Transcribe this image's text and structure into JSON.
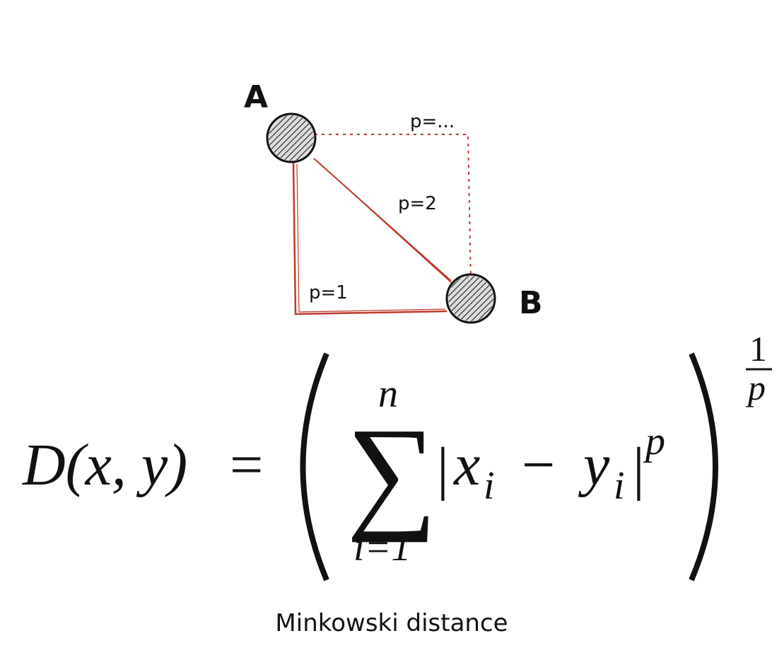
{
  "diagram": {
    "points": [
      {
        "label": "A"
      },
      {
        "label": "B"
      }
    ],
    "paths": [
      {
        "label": "p=1",
        "style": "solid"
      },
      {
        "label": "p=2",
        "style": "solid"
      },
      {
        "label": "p=...",
        "style": "dotted"
      }
    ],
    "colors": {
      "path": "#c0392b",
      "ink": "#111111",
      "point_fill": "#dcdcdc"
    }
  },
  "formula": {
    "lhs": "D(x, y)",
    "equals": "=",
    "sum_upper": "n",
    "sum_lower": "i=1",
    "sigma": "∑",
    "abs_open": "|",
    "x_var": "x",
    "x_sub": "i",
    "minus": "−",
    "y_var": "y",
    "y_sub": "i",
    "abs_close": "|",
    "abs_power": "p",
    "exp_numerator": "1",
    "exp_denominator": "p"
  },
  "caption": "Minkowski distance"
}
